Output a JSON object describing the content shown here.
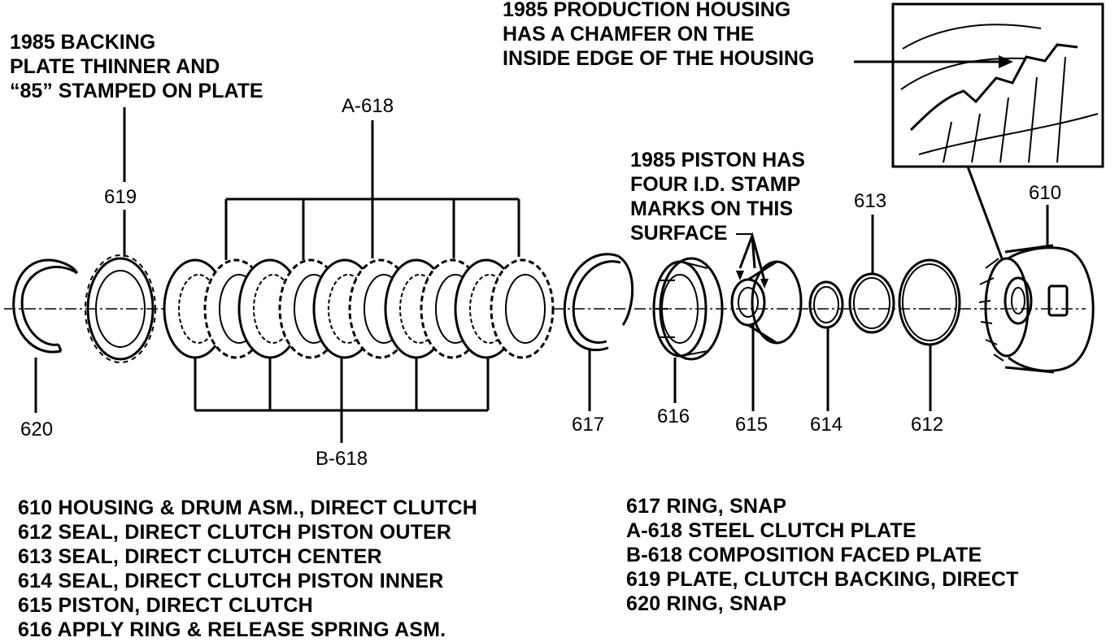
{
  "notes": {
    "backing_plate": [
      "1985 BACKING",
      "PLATE THINNER AND",
      "“85” STAMPED ON PLATE"
    ],
    "housing": [
      "1985 PRODUCTION HOUSING",
      "HAS A CHAMFER ON THE",
      "INSIDE EDGE OF THE HOUSING"
    ],
    "piston": [
      "1985 PISTON HAS",
      "FOUR I.D. STAMP",
      "MARKS ON THIS",
      "SURFACE"
    ]
  },
  "callouts": {
    "a618": "A-618",
    "b618": "B-618",
    "c619": "619",
    "c620": "620",
    "c617": "617",
    "c616": "616",
    "c615": "615",
    "c614": "614",
    "c613": "613",
    "c612": "612",
    "c610": "610"
  },
  "legend_left": [
    "610 HOUSING & DRUM ASM., DIRECT CLUTCH",
    "612 SEAL, DIRECT CLUTCH PISTON OUTER",
    "613 SEAL, DIRECT CLUTCH CENTER",
    "614 SEAL, DIRECT CLUTCH PISTON INNER",
    "615 PISTON, DIRECT CLUTCH",
    "616 APPLY RING & RELEASE SPRING ASM."
  ],
  "legend_right": [
    "617 RING, SNAP",
    "A-618 STEEL CLUTCH PLATE",
    "B-618 COMPOSITION FACED PLATE",
    "619 PLATE, CLUTCH BACKING, DIRECT",
    "620 RING, SNAP"
  ]
}
